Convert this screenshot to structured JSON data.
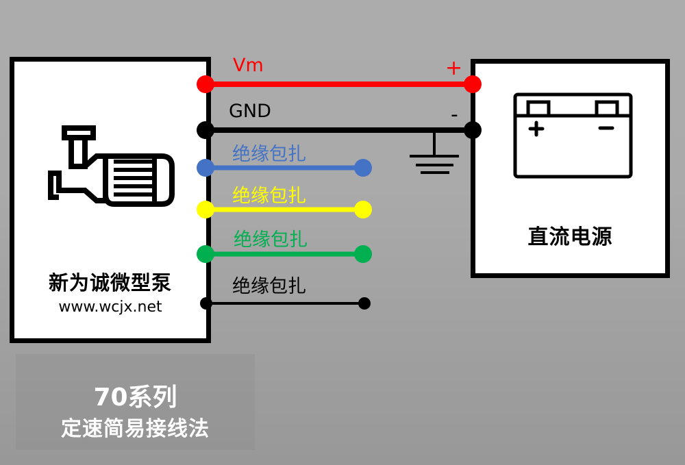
{
  "pump": {
    "title": "新为诚微型泵",
    "url": "www.wcjx.net",
    "icon": "pump-motor-icon"
  },
  "power_supply": {
    "title": "直流电源",
    "icon": "battery-icon",
    "plus_terminal": "+",
    "minus_terminal": "-",
    "battery_plus": "+",
    "battery_minus": "−"
  },
  "wires": [
    {
      "label": "Vm",
      "color": "#ff0000",
      "connects_to": "+"
    },
    {
      "label": "GND",
      "color": "#000000",
      "connects_to": "-"
    },
    {
      "label": "绝缘包扎",
      "color": "#4472c4"
    },
    {
      "label": "绝缘包扎",
      "color": "#ffff00"
    },
    {
      "label": "绝缘包扎",
      "color": "#00b050"
    },
    {
      "label": "绝缘包扎",
      "color": "#000000"
    }
  ],
  "ground_symbol": "ground-icon",
  "series": {
    "title": "70系列",
    "subtitle": "定速简易接线法"
  }
}
